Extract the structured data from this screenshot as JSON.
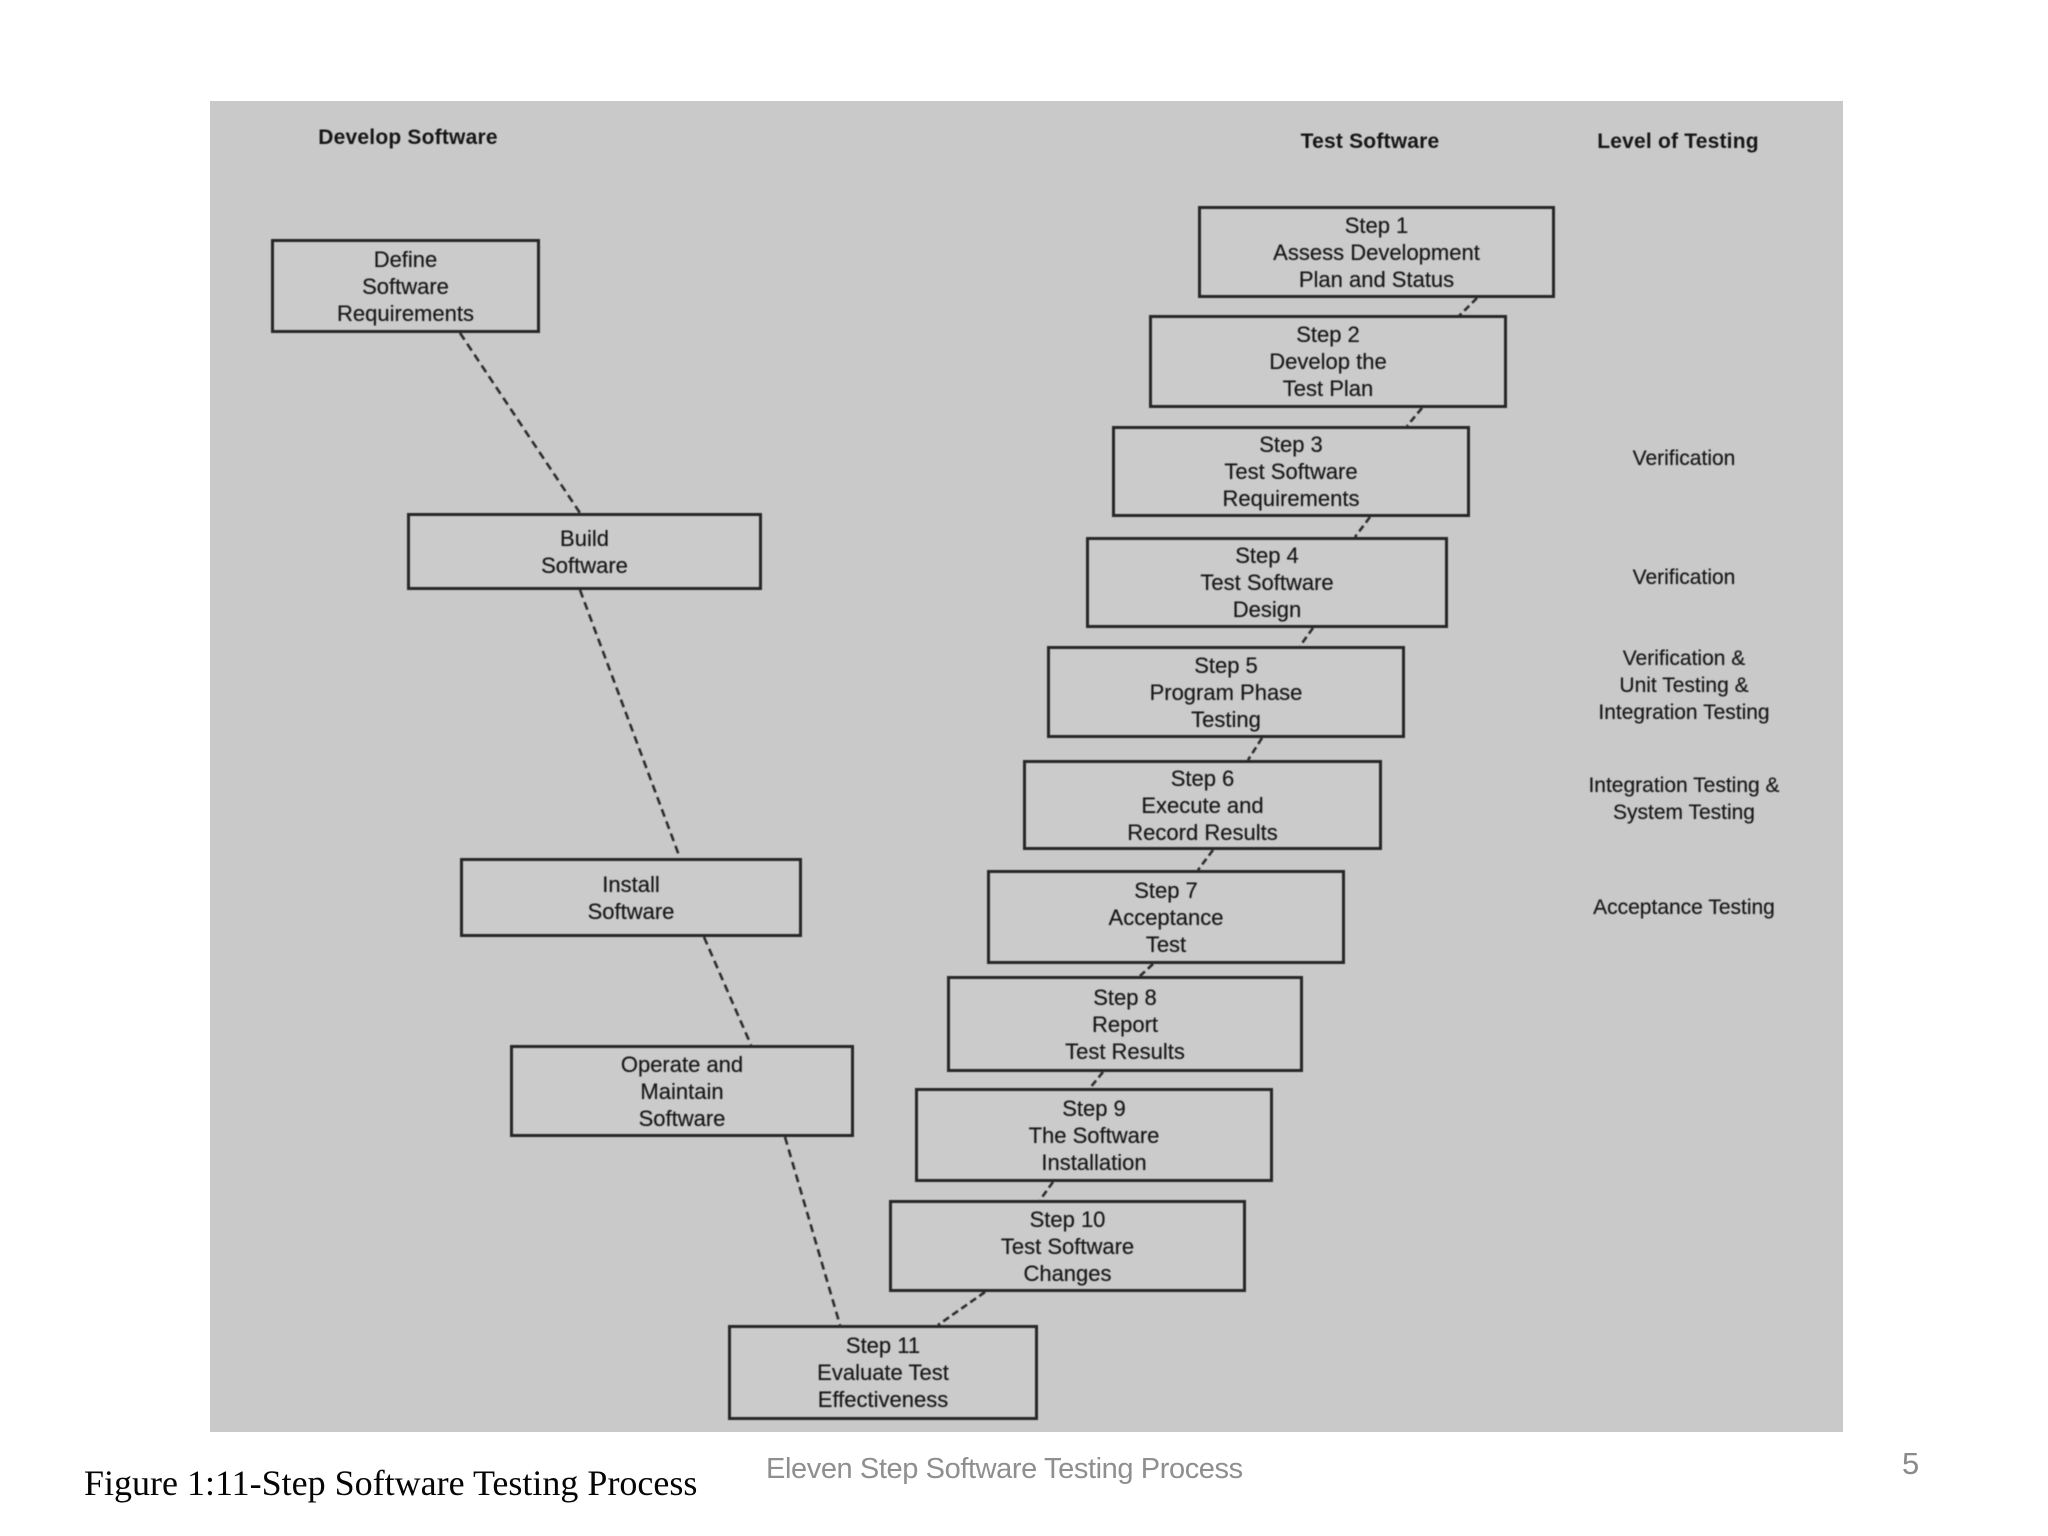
{
  "page": {
    "caption": "Figure 1:11-Step Software Testing Process",
    "footer_title": "Eleven Step Software Testing Process",
    "page_number": "5"
  },
  "diagram": {
    "headers": {
      "develop": "Develop Software",
      "test": "Test Software",
      "level": "Level of Testing"
    },
    "develop_boxes": [
      {
        "label": "Define\nSoftware\nRequirements"
      },
      {
        "label": "Build\nSoftware"
      },
      {
        "label": "Install\nSoftware"
      },
      {
        "label": "Operate and\nMaintain\nSoftware"
      }
    ],
    "test_steps": [
      {
        "label": "Step 1\nAssess Development\nPlan and Status"
      },
      {
        "label": "Step 2\nDevelop the\nTest Plan"
      },
      {
        "label": "Step 3\nTest Software\nRequirements"
      },
      {
        "label": "Step 4\nTest Software\nDesign"
      },
      {
        "label": "Step 5\nProgram Phase\nTesting"
      },
      {
        "label": "Step 6\nExecute and\nRecord Results"
      },
      {
        "label": "Step 7\nAcceptance\nTest"
      },
      {
        "label": "Step 8\nReport\nTest Results"
      },
      {
        "label": "Step 9\nThe Software\nInstallation"
      },
      {
        "label": "Step 10\nTest Software\nChanges"
      },
      {
        "label": "Step 11\nEvaluate Test\nEffectiveness"
      }
    ],
    "level_labels": [
      {
        "label": "Verification"
      },
      {
        "label": "Verification"
      },
      {
        "label": "Verification &\nUnit Testing &\nIntegration Testing"
      },
      {
        "label": "Integration Testing &\nSystem Testing"
      },
      {
        "label": "Acceptance Testing"
      }
    ]
  }
}
